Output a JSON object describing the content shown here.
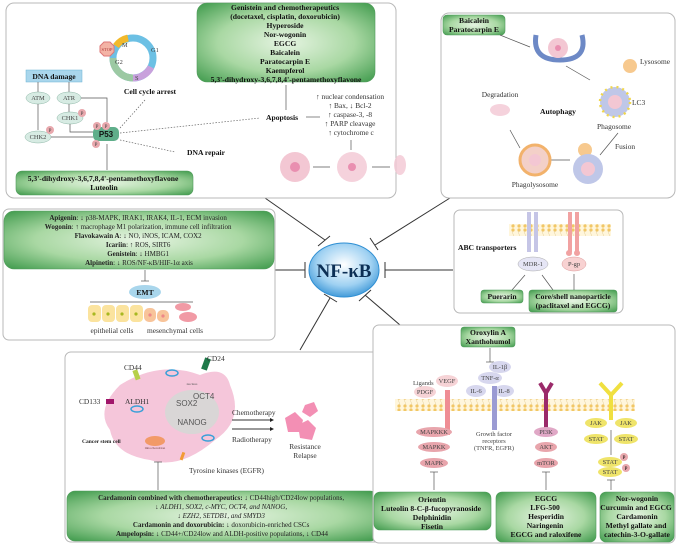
{
  "center": {
    "label": "NF-κB"
  },
  "dna_panel": {
    "top_drugs": [
      "Genistein and chemotherapeutics",
      "(docetaxel, cisplatin, doxorubicin)",
      "Hyperoside",
      "Nor-wogonin",
      "EGCG",
      "Baicalein",
      "Paratocarpin E",
      "Kaempferol",
      "5,3'-dihydroxy-3,6,7,8,4'-pentamethoxyflavone"
    ],
    "bottom_drugs": [
      "5,3'-dihydroxy-3,6,7,8,4'-pentamethoxyflavone",
      "Luteolin"
    ],
    "dna_damage": "DNA damage",
    "nodes": {
      "atm": "ATM",
      "atr": "ATR",
      "chk1": "CHK1",
      "chk2": "CHK2",
      "p53": "P53",
      "p": "P"
    },
    "cell_cycle": {
      "stop": "STOP",
      "m": "M",
      "g1": "G1",
      "g2": "G2",
      "s": "S",
      "label": "Cell cycle arrest"
    },
    "dna_repair": "DNA repair",
    "apoptosis": "Apoptosis",
    "apoptosis_effects": [
      "↑ nuclear condensation",
      "↑ Bax, ↓ Bcl-2",
      "↑ caspase-3, -8",
      "↑ PARP cleavage",
      "↑ cytochrome c"
    ]
  },
  "autophagy_panel": {
    "drugs": [
      "Baicalein",
      "Paratocarpin E"
    ],
    "title": "Autophagy",
    "lysosome": "Lysosome",
    "lc3": "LC3",
    "phagosome": "Phagosome",
    "fusion": "Fusion",
    "phagolysosome": "Phagolysosome",
    "degradation": "Degradation"
  },
  "emt_panel": {
    "lines": [
      {
        "drug": "Apigenin",
        "effect": ": ↓ p38-MAPK, IRAK1, IRAK4, IL-1, ECM invasion"
      },
      {
        "drug": "Wogonin",
        "effect": ": ↑ macrophage M1 polarization, immune cell infiltration"
      },
      {
        "drug": "Flavokawain A",
        "effect": ": ↓ NO, iNOS, ICAM, COX2"
      },
      {
        "drug": "Icariin",
        "effect": ": ↑ ROS, SIRT6"
      },
      {
        "drug": "Genistein",
        "effect": ": ↓ HMBG1"
      },
      {
        "drug": "Alpinetin",
        "effect": ": ↓ ROS/NF-κB/HIF-1α axis"
      }
    ],
    "emt": "EMT",
    "epithelial": "epithelial cells",
    "mesenchymal": "mesenchymal cells"
  },
  "abc_panel": {
    "title": "ABC transporters",
    "mdr1": "MDR-1",
    "pgp": "P-gp",
    "drug1": "Puerarin",
    "drug2": [
      "Core/shell nanoparticle",
      "(paclitaxel and EGCG)"
    ]
  },
  "csc_panel": {
    "cd44": "CD44",
    "cd24": "CD24",
    "cd133": "CD133",
    "aldh1": "ALDH1",
    "nucleus": "nucleus",
    "sox2": "SOX2",
    "oct4": "OCT4",
    "nanog": "NANOG",
    "label": "Cancer stem cell",
    "mito": "mitochondrion",
    "tk": "Tyrosine kinases (EGFR)",
    "chemo": "Chemotherapy",
    "radio": "Radiotherapy",
    "resistance": "Resistance",
    "relapse": "Relapse",
    "drugs": [
      {
        "drug": "Cardamonin combined with chemotherapeutics:",
        "effect": " ↓ CD44high/CD24low populations,"
      },
      {
        "drug": "",
        "effect": "↓ ALDH1, SOX2, c-MYC, OCT4, and NANOG,"
      },
      {
        "drug": "",
        "effect": "↓ EZH2, SETDB1, and SMYD3"
      },
      {
        "drug": "Cardamonin and doxorubicin:",
        "effect": " ↓ doxorubicin-enriched CSCs"
      },
      {
        "drug": "Ampelopsin:",
        "effect": " ↓ CD44+/CD24low and ALDH-positive populations, ↓ CD44"
      }
    ]
  },
  "signal_panel": {
    "top_drugs": [
      "Oroxylin A",
      "Xanthohumol"
    ],
    "ligands": "Ligands",
    "vegf": "VEGF",
    "pdgf": "PDGF",
    "il1b": "IL-1β",
    "tnfa": "TNF-α",
    "il6": "IL-6",
    "il8": "IL-8",
    "gfr": [
      "Growth factor",
      "receptors",
      "(TNFR, EGFR)"
    ],
    "mapk": [
      "MAPKKK",
      "MAPKK",
      "MAPK"
    ],
    "pi3k": [
      "PI3K",
      "AKT",
      "mTOR"
    ],
    "jak": "JAK",
    "stat": "STAT",
    "p": "P",
    "mapk_drugs": [
      "Orientin",
      "Luteolin 8-C-β-fucopyranoside",
      "Delphinidin",
      "Fisetin"
    ],
    "pi3k_drugs": [
      "EGCG",
      "LFG-500",
      "Hesperidin",
      "Naringenin",
      "EGCG and raloxifene"
    ],
    "jak_drugs": [
      "Nor-wogonin",
      "Curcumin and EGCG",
      "Cardamonin",
      "Methyl gallate and",
      "catechin-3-O-gallate"
    ]
  },
  "colors": {
    "green_box": "#5fae6a",
    "nfkb": "#4aa3df",
    "p53": "#5fae8a",
    "p": "#e8a8ad"
  }
}
